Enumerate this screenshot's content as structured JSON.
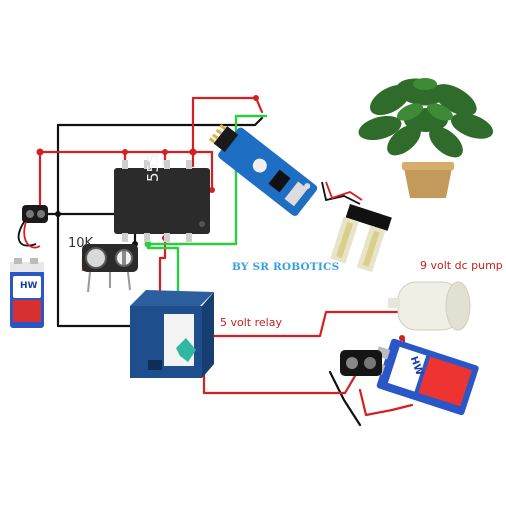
{
  "labels": {
    "resistor": "10K",
    "timer_ic": "555",
    "credit": "BY SR ROBOTICS",
    "relay": "5 volt relay",
    "pump": "9 volt dc pump",
    "battery_brand_left": "HW",
    "battery_brand_right": "HW"
  },
  "colors": {
    "wire_red": "#d42020",
    "wire_black": "#111111",
    "wire_green": "#2ecc40",
    "ic_body": "#2b2b2b",
    "sensor_module": "#1e6fc4",
    "relay_body": "#1f4e8c",
    "battery_blue": "#2a56c6",
    "pump_body": "#f0efe6"
  },
  "icons": [
    "battery-9v-icon",
    "battery-snap-icon",
    "potentiometer-icon",
    "ic-555-icon",
    "soil-sensor-module-icon",
    "soil-probe-icon",
    "relay-icon",
    "pump-icon",
    "plant-icon"
  ]
}
